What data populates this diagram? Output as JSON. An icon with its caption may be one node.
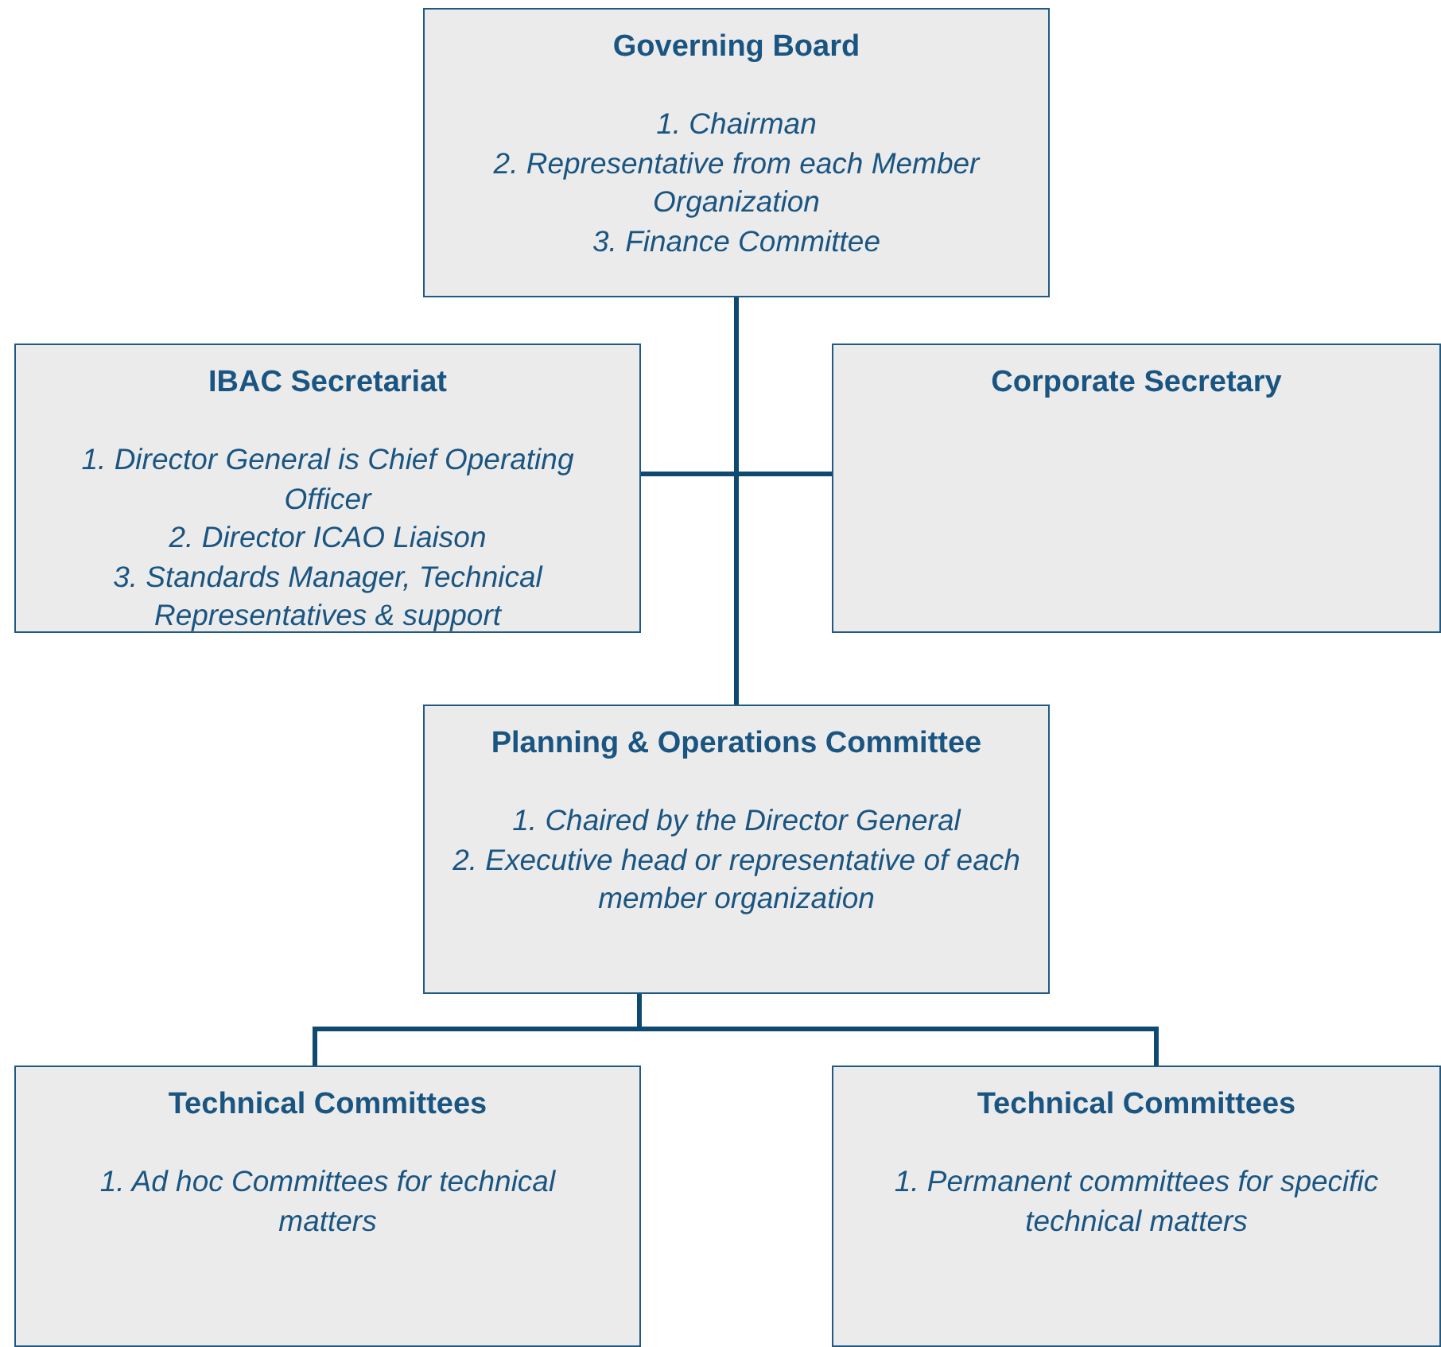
{
  "diagram": {
    "nodes": [
      {
        "text": [
          "Governing Board",
          "1. Chairman",
          "2. Representative from each Member Organization",
          "3. Finance Committee"
        ]
      },
      {
        "text": [
          "IBAC Secretariat",
          "1. Director General is Chief Operating Officer",
          "2. Director ICAO Liaison",
          "3. Standards Manager, Technical Representatives & support"
        ]
      },
      {
        "text": [
          "Corporate Secretary"
        ]
      },
      {
        "text": [
          "Planning & Operations Committee",
          "1. Chaired by the Director General",
          "2. Executive head or representative of each member organization"
        ]
      },
      {
        "text": [
          "Technical Committees",
          "1.  Ad hoc Committees for technical matters"
        ]
      },
      {
        "text": [
          "Technical Committees",
          "1. Permanent committees for specific technical matters"
        ]
      }
    ],
    "edges": [
      {
        "from": 0,
        "to": 3,
        "arrow": "none"
      },
      {
        "from": 0,
        "to": 1,
        "arrow": "none"
      },
      {
        "from": 0,
        "to": 2,
        "arrow": "none"
      },
      {
        "from": 3,
        "to": 4,
        "arrow": "none"
      },
      {
        "from": 3,
        "to": 5,
        "arrow": "none"
      }
    ]
  }
}
